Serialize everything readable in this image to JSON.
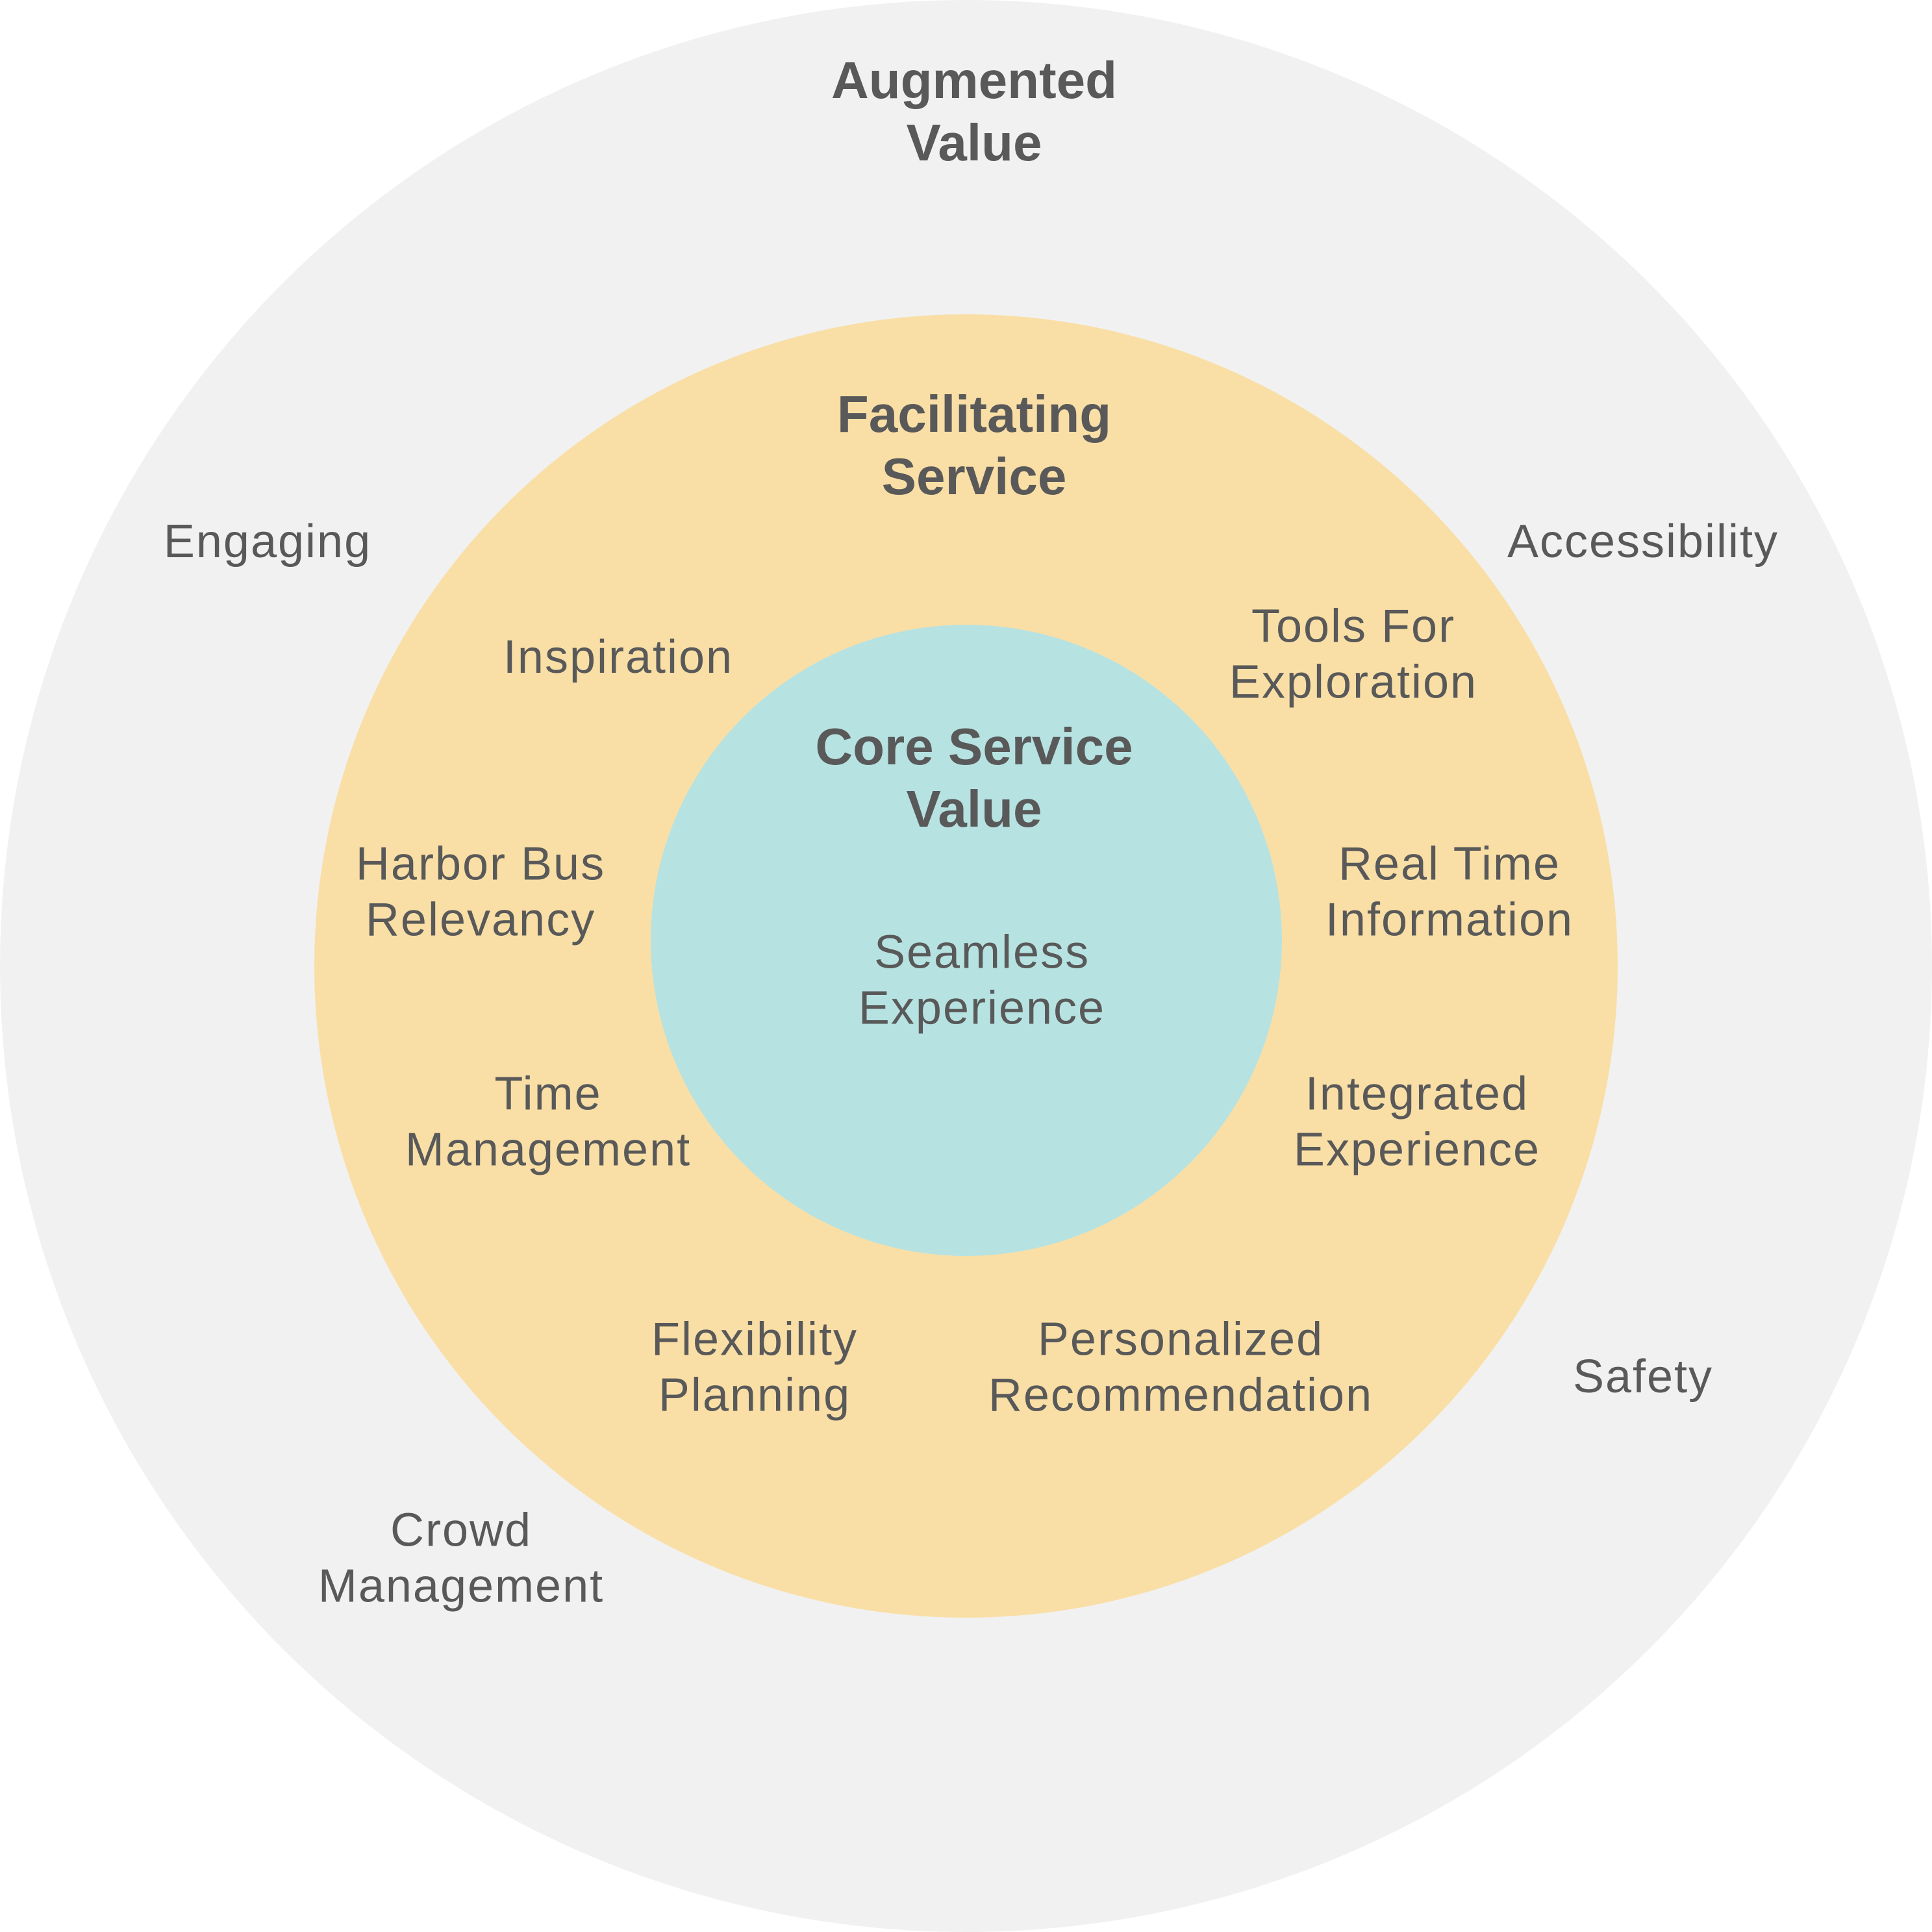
{
  "colors": {
    "background": "#ffffff",
    "augmented_ring": "#f1f1f1",
    "facilitating_ring": "#f9dfa6",
    "core_ring": "#b7e2e2",
    "text": "#595959"
  },
  "rings": {
    "augmented": {
      "heading": "Augmented\nValue",
      "items": [
        "Engaging",
        "Accessibility",
        "Safety",
        "Crowd\nManagement"
      ]
    },
    "facilitating": {
      "heading": "Facilitating\nService",
      "items": [
        "Inspiration",
        "Tools For\nExploration",
        "Harbor Bus\nRelevancy",
        "Real Time\nInformation",
        "Time\nManagement",
        "Integrated\nExperience",
        "Flexibility\nPlanning",
        "Personalized\nRecommendation"
      ]
    },
    "core": {
      "heading": "Core Service\nValue",
      "items": [
        "Seamless\nExperience"
      ]
    }
  }
}
